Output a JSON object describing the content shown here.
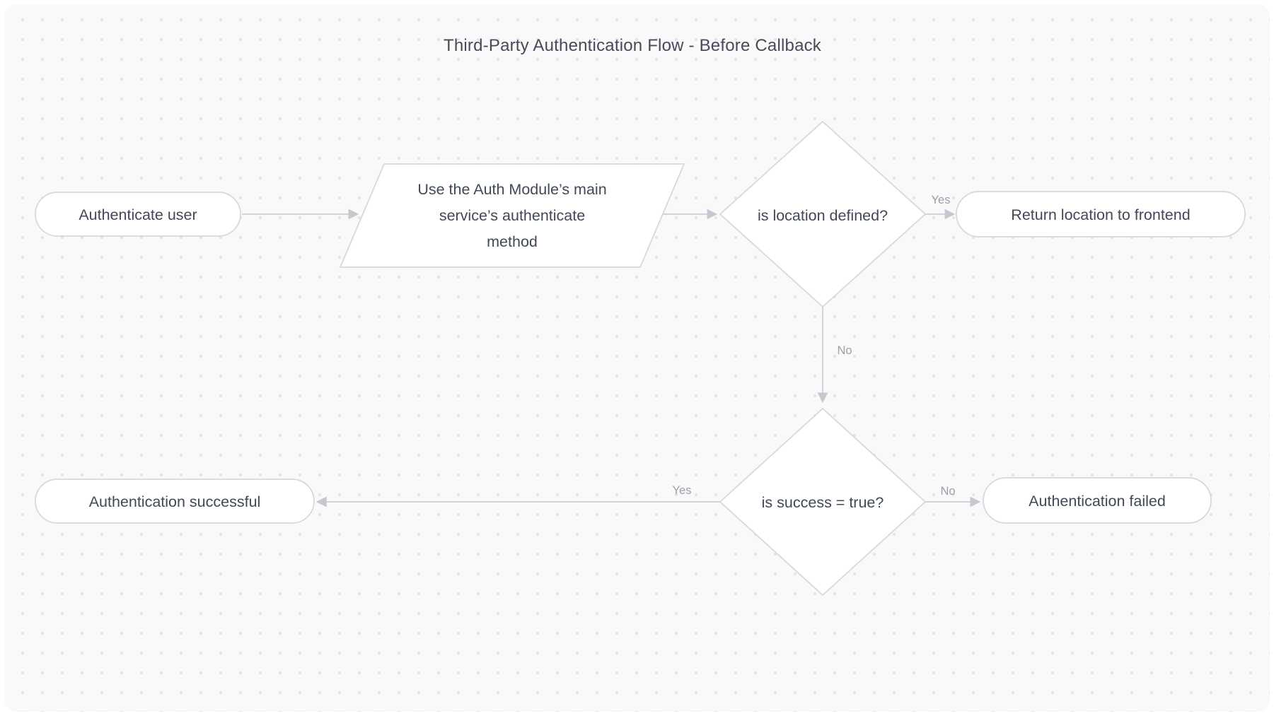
{
  "title": "Third-Party Authentication Flow - Before Callback",
  "nodes": {
    "authenticate_user": {
      "label": "Authenticate user",
      "shape": "stadium"
    },
    "auth_method": {
      "label": "Use the Auth Module’s main service’s authenticate method",
      "lines": [
        "Use the Auth Module’s main",
        "service’s authenticate",
        "method"
      ],
      "shape": "parallelogram"
    },
    "location_defined": {
      "label": "is location defined?",
      "shape": "decision"
    },
    "return_location": {
      "label": "Return location to frontend",
      "shape": "stadium"
    },
    "success_true": {
      "label": "is success = true?",
      "shape": "decision"
    },
    "auth_successful": {
      "label": "Authentication successful",
      "shape": "stadium"
    },
    "auth_failed": {
      "label": "Authentication failed",
      "shape": "stadium"
    }
  },
  "edges": {
    "start_to_method": {
      "label": ""
    },
    "method_to_location": {
      "label": ""
    },
    "location_yes": {
      "label": "Yes"
    },
    "location_no": {
      "label": "No"
    },
    "success_yes": {
      "label": "Yes"
    },
    "success_no": {
      "label": "No"
    }
  },
  "colors": {
    "canvas_background": "#f9f9fa",
    "dot_grid": "#e4e4e8",
    "node_fill": "#ffffff",
    "node_border": "#d6d7dd",
    "edge_line": "#d2d3da",
    "arrowhead": "#c6c8d0",
    "node_text": "#414957",
    "edge_label_text": "#9aa0ab",
    "title_text": "#454c57"
  }
}
